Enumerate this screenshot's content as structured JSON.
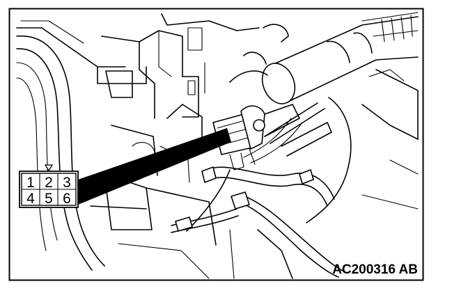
{
  "figure": {
    "code": "AC200316 AB",
    "connector_pins": {
      "row1": [
        "1",
        "2",
        "3"
      ],
      "row2": [
        "4",
        "5",
        "6"
      ]
    },
    "pin_marker": "triangle-marker-icon"
  }
}
